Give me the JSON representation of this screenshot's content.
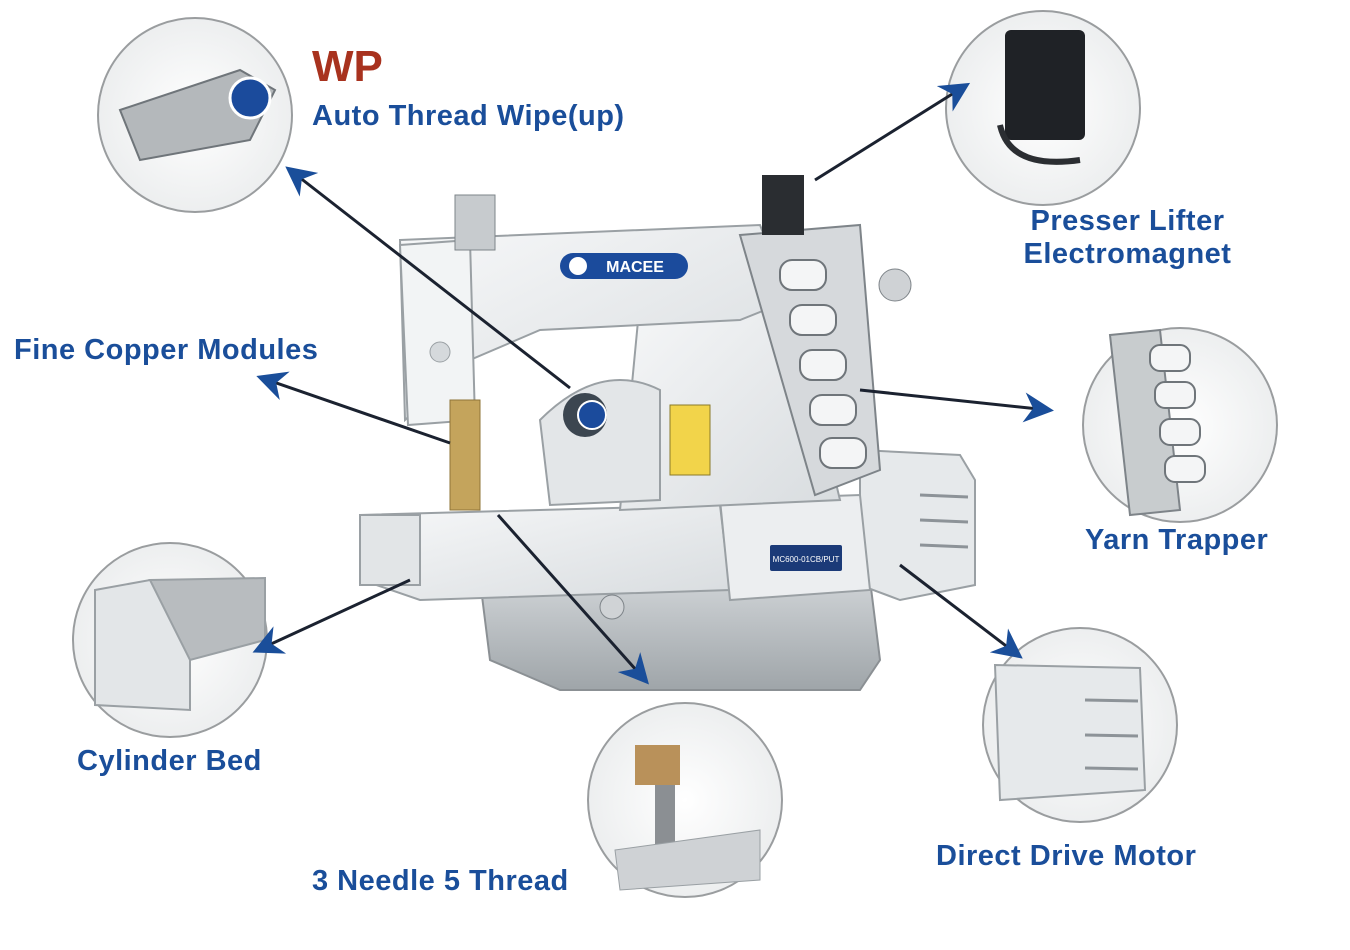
{
  "badge": "WP",
  "brand": "MACEE",
  "model_plate": "MC600-01CB/PUT",
  "labels": {
    "auto_thread_wipe": "Auto Thread Wipe(up)",
    "presser_lifter_line1": "Presser Lifter",
    "presser_lifter_line2": "Electromagnet",
    "fine_copper": "Fine Copper Modules",
    "yarn_trapper": "Yarn Trapper",
    "cylinder_bed": "Cylinder Bed",
    "direct_drive": "Direct Drive Motor",
    "needle_thread": "3 Needle 5 Thread"
  },
  "colors": {
    "label_blue": "#1a4e9a",
    "badge_red": "#a8321e",
    "machine_white": "#eef0f1",
    "arrow_dark": "#1b2230"
  }
}
